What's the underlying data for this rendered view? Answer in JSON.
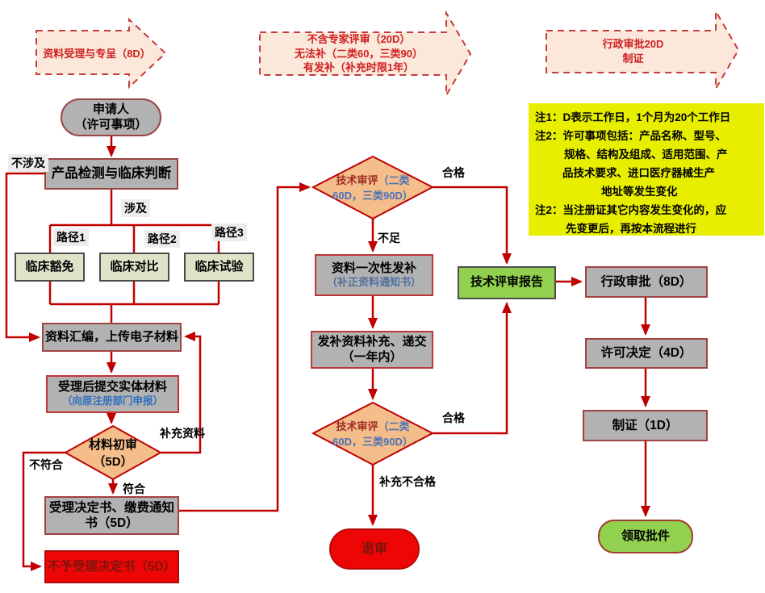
{
  "colors": {
    "line": "#c00000",
    "banner_fill": "#fbe8da",
    "banner_text": "#cf2020",
    "gray_fill": "#b2b2b2",
    "gray_border": "#9c4343",
    "path_fill": "#dfe3c8",
    "diamond_fill": "#f4bd8a",
    "note_bg": "#e8ee00",
    "green_fill": "#92d050",
    "red_fill": "#ee0606",
    "red_text": "#7c150c",
    "blue_sub": "#2e6fc0"
  },
  "banners": {
    "stage1": {
      "label": "资料受理与专呈（8D）"
    },
    "stage2": {
      "lines": [
        "不含专家评审（20D）",
        "无法补（二类60，三类90）",
        "有发补（补充时限1年）"
      ]
    },
    "stage3": {
      "lines": [
        "行政审批20D",
        "制证"
      ]
    }
  },
  "note": {
    "lines": [
      "注1：D表示工作日，1个月为20个工作日",
      "注2：许可事项包括：产品名称、型号、",
      "规格、结构及组成、适用范围、产",
      "品技术要求、进口医疗器械生产",
      "地址等发生变化",
      "注2：当注册证其它内容发生变化的，应",
      "先变更后，再按本流程进行"
    ]
  },
  "nodes": {
    "applicant": {
      "line1": "申请人",
      "line2": "（许可事项）"
    },
    "detection": {
      "label": "产品检测与临床判断"
    },
    "clinical_exempt": {
      "label": "临床豁免"
    },
    "clinical_compare": {
      "label": "临床对比"
    },
    "clinical_trial": {
      "label": "临床试验"
    },
    "compile": {
      "label": "资料汇编，上传电子材料"
    },
    "submit": {
      "line1": "受理后提交实体材料",
      "line2": "（向原注册部门申报）"
    },
    "initial_review": {
      "line1": "材料初审",
      "line2": "（5D）"
    },
    "acceptance": {
      "label": "受理决定书、缴费通知书（5D）"
    },
    "reject": {
      "label": "不予受理决定书（5D）"
    },
    "tech_review1": {
      "main": "技术审评",
      "detail": "（二类 60D，三类90D）"
    },
    "supplement": {
      "line1": "资料一次性发补",
      "line2": "（补正资料通知书）"
    },
    "resubmit": {
      "label": "发补资料补充、递交（一年内）"
    },
    "tech_review2": {
      "main": "技术审评",
      "detail": "（二类 60D，三类90D）"
    },
    "retire": {
      "label": "退审"
    },
    "report": {
      "label": "技术评审报告"
    },
    "approval": {
      "label": "行政审批（8D）"
    },
    "license": {
      "label": "许可决定（4D）"
    },
    "certificate": {
      "label": "制证（1D）"
    },
    "receive": {
      "label": "领取批件"
    }
  },
  "edge_labels": {
    "not_involved": "不涉及",
    "involved": "涉及",
    "path1": "路径1",
    "path2": "路径2",
    "path3": "路径3",
    "supplement_material": "补充资料",
    "not_conform": "不符合",
    "conform": "符合",
    "pass1": "合格",
    "insufficient": "不足",
    "pass2": "合格",
    "supp_fail": "补充不合格"
  }
}
